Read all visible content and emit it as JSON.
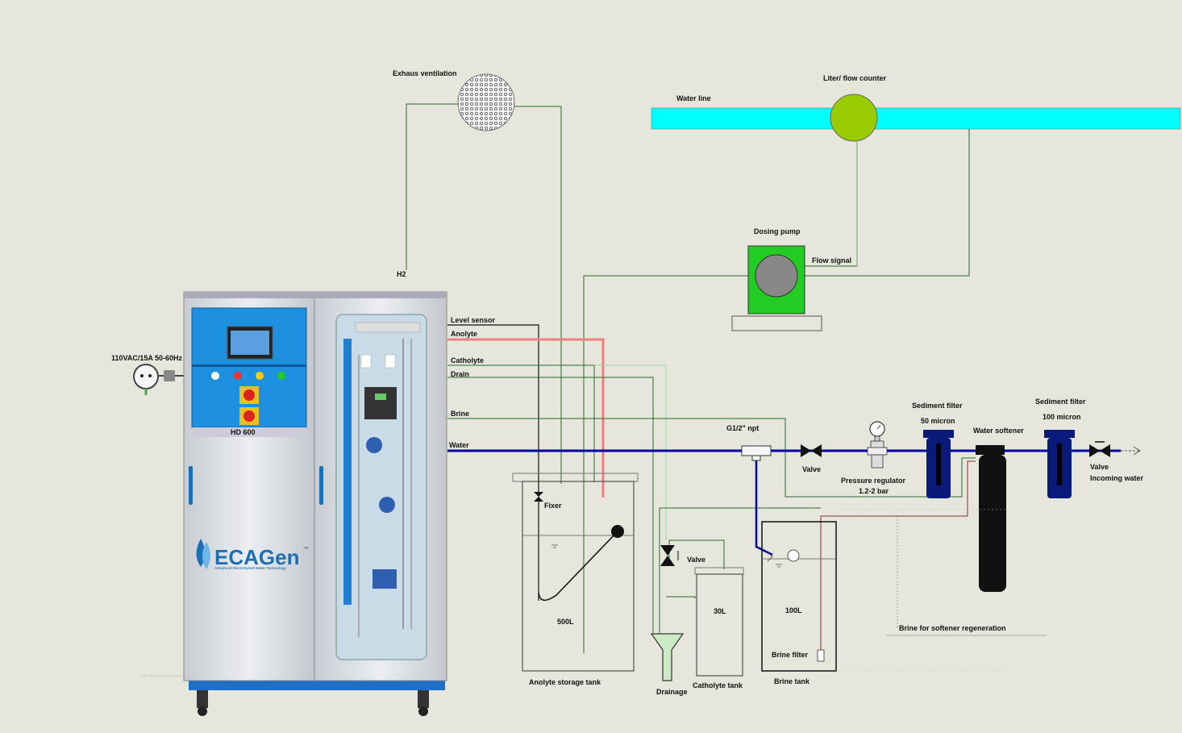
{
  "colors": {
    "background": "#e6e6dc",
    "water_line": "#00ffff",
    "flow_counter": "#99cc00",
    "dosing_pump": "#22cc22",
    "water_pipe": "#0000aa",
    "anolyte_pipe": "#f08080",
    "filter_blue": "#0a1a7a",
    "control_panel": "#1e90e0",
    "logo_blue": "#1a6fb5"
  },
  "labels": {
    "exhaust": "Exhaus ventilation",
    "flow_counter": "Liter/ flow counter",
    "water_line": "Water line",
    "dosing_pump": "Dosing pump",
    "flow_signal": "Flow signal",
    "h2": "H2",
    "level_sensor": "Level sensor",
    "anolyte": "Anolyte",
    "catholyte": "Catholyte",
    "drain": "Drain",
    "brine": "Brine",
    "water": "Water",
    "power": "110VAC/15A 50-60Hz",
    "model": "HD 600",
    "logo": "ECAGen",
    "logo_tm": "™",
    "logo_tagline": "Advanced Electrolyzed Water Technology",
    "g12": "G1/2\" npt",
    "valve1": "Valve",
    "pressure_regulator": "Pressure regulator",
    "pressure_range": "1.2-2 bar",
    "sediment1": "Sediment filter",
    "sediment1_size": "50 micron",
    "water_softener": "Water softener",
    "sediment2": "Sediment filter",
    "sediment2_size": "100 micron",
    "valve_in": "Valve",
    "incoming_water": "Incoming water",
    "fixer": "Fixer",
    "tank500": "500L",
    "anolyte_tank": "Anolyte storage tank",
    "valve_drain": "Valve",
    "drainage": "Drainage",
    "tank30": "30L",
    "catholyte_tank": "Catholyte tank",
    "tank100": "100L",
    "brine_filter": "Brine filter",
    "brine_tank": "Brine tank",
    "brine_regen": "Brine for softener regeneration"
  }
}
